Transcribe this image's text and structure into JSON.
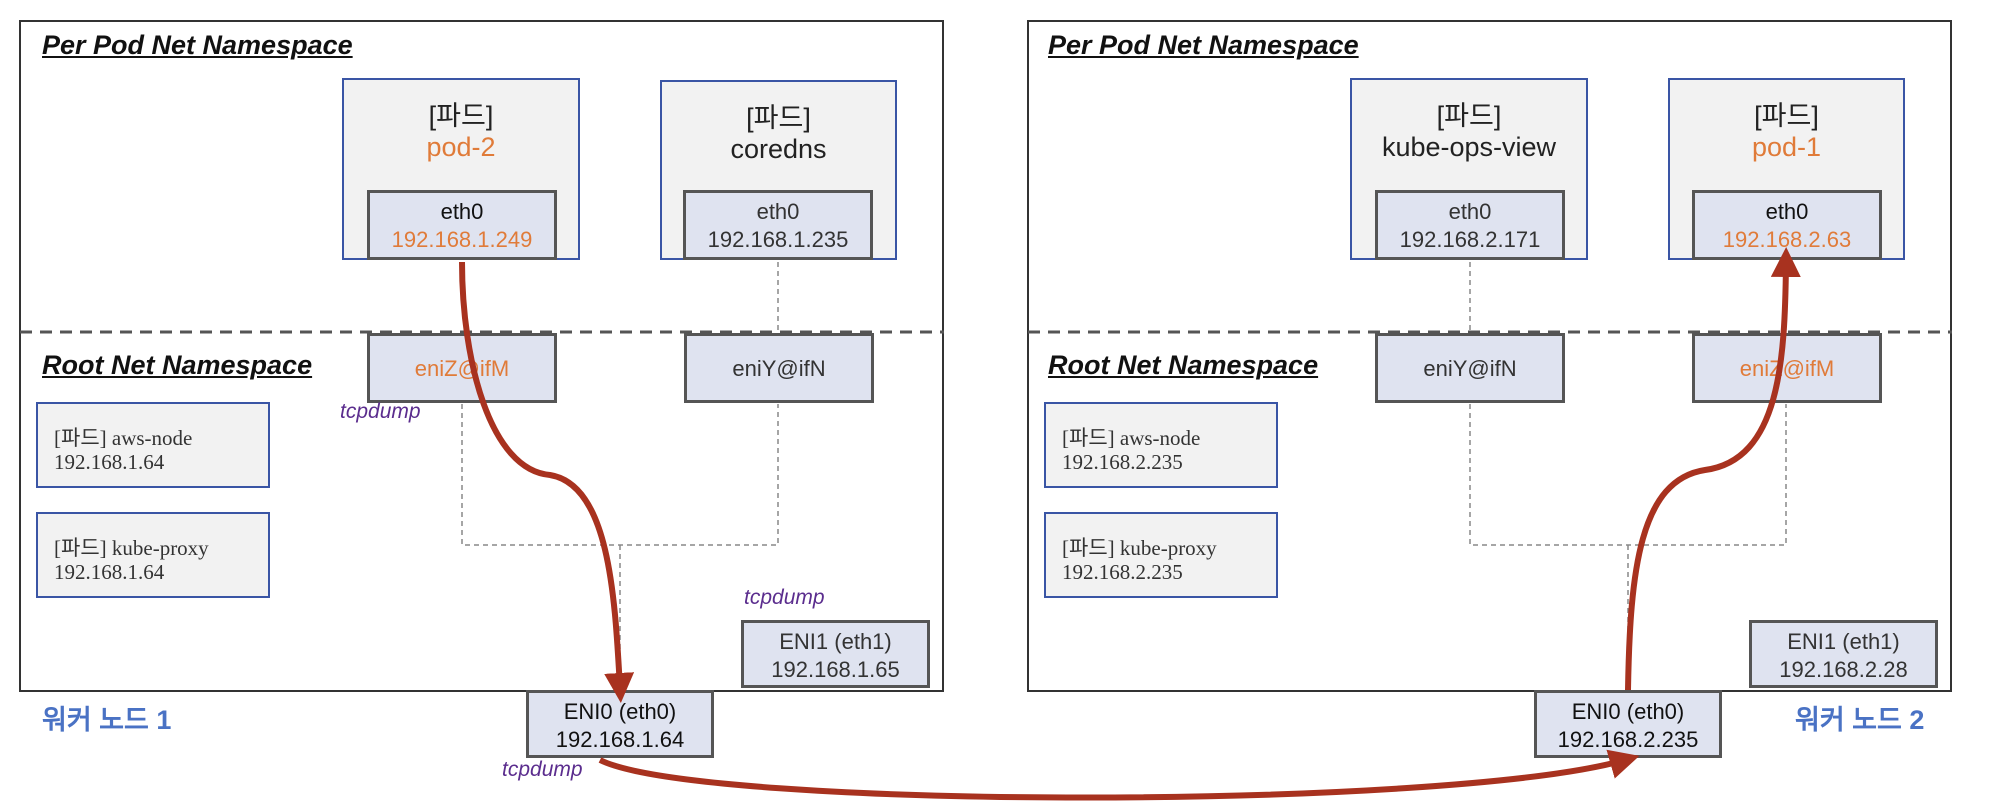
{
  "nodes": [
    {
      "pod_ns_title": "Per Pod  Net Namespace",
      "root_ns_title": "Root Net Namespace",
      "worker_label": "워커 노드 1",
      "pods": [
        {
          "tag": "[파드]",
          "name": "pod-2",
          "eth_label": "eth0",
          "eth_ip": "192.168.1.249",
          "veth": "eniZ@ifM"
        },
        {
          "tag": "[파드]",
          "name": "coredns",
          "eth_label": "eth0",
          "eth_ip": "192.168.1.235",
          "veth": "eniY@ifN"
        }
      ],
      "system_pods": [
        {
          "label": "[파드] aws-node",
          "ip": "192.168.1.64"
        },
        {
          "label": "[파드] kube-proxy",
          "ip": "192.168.1.64"
        }
      ],
      "eni0": {
        "label": "ENI0 (eth0)",
        "ip": "192.168.1.64"
      },
      "eni1": {
        "label": "ENI1 (eth1)",
        "ip": "192.168.1.65"
      },
      "tcpdump": [
        "tcpdump",
        "tcpdump",
        "tcpdump"
      ]
    },
    {
      "pod_ns_title": "Per Pod  Net Namespace",
      "root_ns_title": "Root Net Namespace",
      "worker_label": "워커 노드 2",
      "pods": [
        {
          "tag": "[파드]",
          "name": "kube-ops-view",
          "eth_label": "eth0",
          "eth_ip": "192.168.2.171",
          "veth": "eniY@ifN"
        },
        {
          "tag": "[파드]",
          "name": "pod-1",
          "eth_label": "eth0",
          "eth_ip": "192.168.2.63",
          "veth": "eniZ@ifM"
        }
      ],
      "system_pods": [
        {
          "label": "[파드] aws-node",
          "ip": "192.168.2.235"
        },
        {
          "label": "[파드] kube-proxy",
          "ip": "192.168.2.235"
        }
      ],
      "eni0": {
        "label": "ENI0 (eth0)",
        "ip": "192.168.2.235"
      },
      "eni1": {
        "label": "ENI1 (eth1)",
        "ip": "192.168.2.28"
      }
    }
  ],
  "colors": {
    "highlight": "#e07b39",
    "flow_arrow": "#a8321f",
    "pod_border": "#3a55a5",
    "worker_label": "#4a72c4",
    "tcpdump": "#5b2d8e"
  }
}
